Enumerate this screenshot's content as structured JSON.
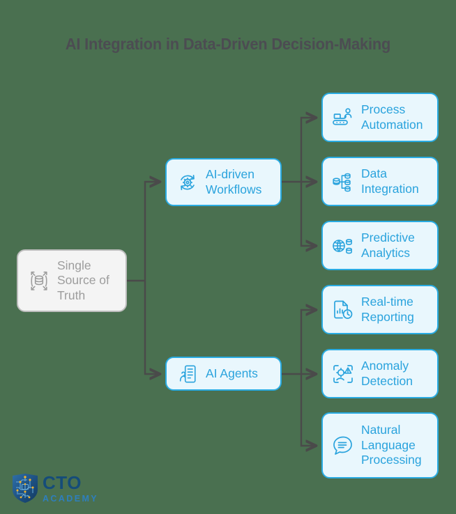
{
  "title": "AI Integration in Data-Driven Decision-Making",
  "colors": {
    "background": "#4a7050",
    "title_text": "#4c4c52",
    "root_fill": "#f4f4f4",
    "root_border": "#bdbdbd",
    "root_text": "#9d9d9d",
    "node_fill": "#e9f7fd",
    "node_border": "#29abe2",
    "node_text": "#2aa3dd",
    "connector": "#4a4a4a",
    "logo_dark": "#154c79",
    "logo_light": "#2e7fbd"
  },
  "root": {
    "label": "Single Source of Truth",
    "icon": "database-expand-icon"
  },
  "branches": [
    {
      "label": "AI-driven Workflows",
      "icon": "gear-refresh-icon"
    },
    {
      "label": "AI Agents",
      "icon": "hand-document-icon"
    }
  ],
  "leaves": [
    {
      "label": "Process Automation",
      "icon": "conveyor-person-icon"
    },
    {
      "label": "Data Integration",
      "icon": "database-nodes-icon"
    },
    {
      "label": "Predictive Analytics",
      "icon": "globe-database-icon"
    },
    {
      "label": "Real-time Reporting",
      "icon": "document-chart-clock-icon"
    },
    {
      "label": "Anomaly Detection",
      "icon": "scan-warning-icon"
    },
    {
      "label": "Natural Language Processing",
      "icon": "speech-bubble-lines-icon"
    }
  ],
  "logo": {
    "name": "CTO",
    "subtitle": "ACADEMY",
    "icon": "cto-academy-shield-icon"
  }
}
